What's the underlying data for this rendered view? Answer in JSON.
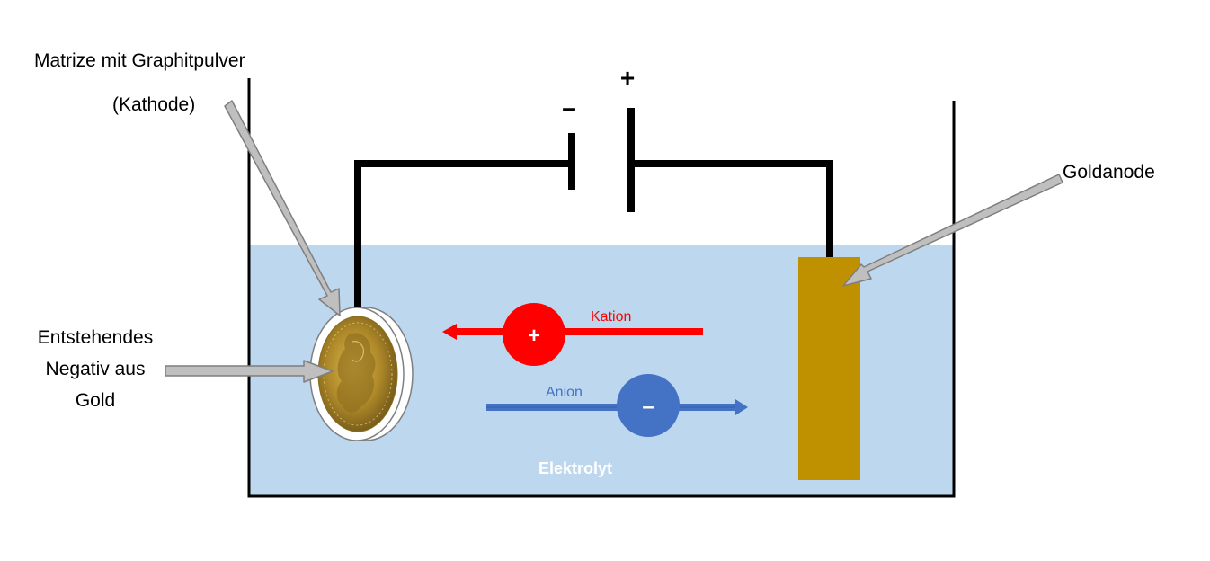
{
  "labels": {
    "matrize_line1": "Matrize mit Graphitpulver",
    "matrize_line2": "(Kathode)",
    "goldanode": "Goldanode",
    "negativ_line1": "Entstehendes",
    "negativ_line2": "Negativ aus",
    "negativ_line3": "Gold",
    "kation": "Kation",
    "anion": "Anion",
    "elektrolyt": "Elektrolyt"
  },
  "battery": {
    "minus_sign": "–",
    "plus_sign": "+"
  },
  "ions": {
    "kation_sign": "+",
    "anion_sign": "–"
  },
  "colors": {
    "electrolyte": "#bdd7ee",
    "kation": "#ff0000",
    "anion": "#4472c4",
    "anode": "#bf9000",
    "wire": "#000000",
    "pointer_arrow": "#bfbfbf"
  }
}
